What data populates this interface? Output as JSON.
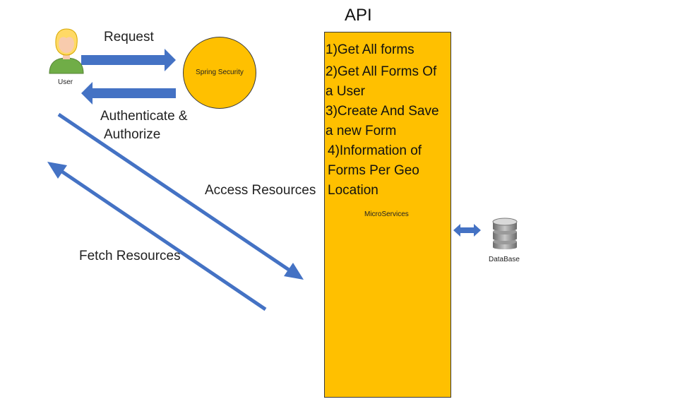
{
  "colors": {
    "arrow": "#4472c4",
    "box_fill": "#ffc000",
    "outline": "#3a3a3a"
  },
  "user": {
    "label": "User",
    "icon": "user-icon"
  },
  "edges": {
    "request": "Request",
    "authenticate_line1": "Authenticate &",
    "authenticate_line2": "Authorize",
    "access_resources": "Access Resources",
    "fetch_resources": "Fetch Resources"
  },
  "spring_security": {
    "label": "Spring Security"
  },
  "api": {
    "title": "API",
    "lines": [
      "1)Get All forms",
      "2)Get All Forms Of",
      "a User",
      "3)Create And Save",
      "a new Form",
      " 4)Information of",
      "Forms Per Geo",
      "Location"
    ],
    "microservices_label": "MicroServices"
  },
  "database": {
    "label": "DataBase",
    "icon": "database-icon"
  }
}
